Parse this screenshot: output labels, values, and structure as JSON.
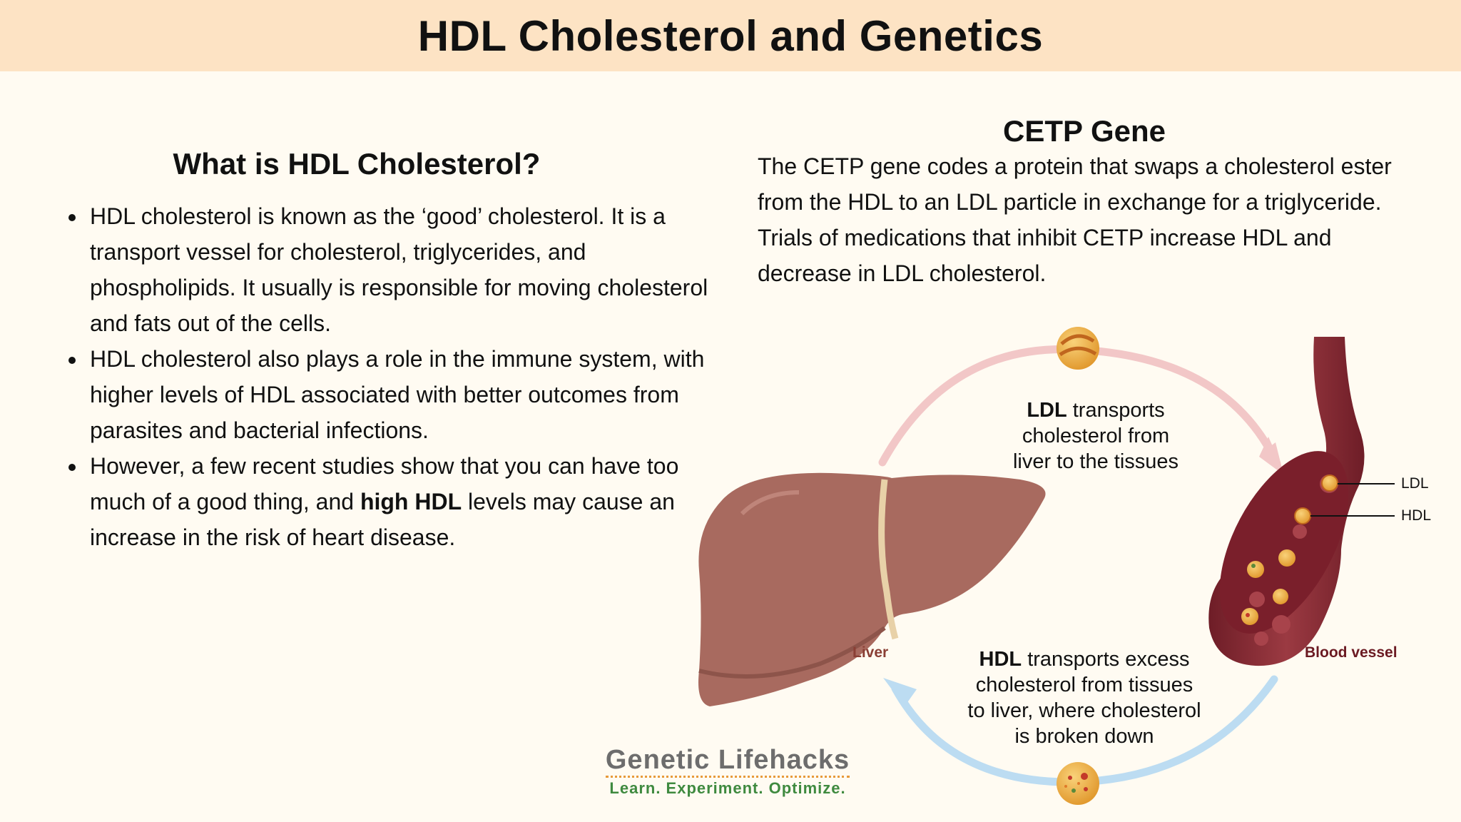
{
  "header": {
    "title": "HDL Cholesterol and Genetics"
  },
  "left": {
    "heading": "What is HDL Cholesterol?",
    "bullets": [
      {
        "text": "HDL cholesterol is known as the ‘good’ cholesterol.  It is a transport vessel for cholesterol, triglycerides, and phospholipids. It usually is responsible for moving cholesterol and fats out of the cells."
      },
      {
        "text": "HDL cholesterol also plays a role in the immune system, with higher levels of HDL associated with better outcomes from parasites and bacterial infections."
      },
      {
        "before": "However, a few recent studies show that you can have too much of a good thing, and ",
        "bold": "high HDL",
        "after": " levels may cause an increase in the risk of heart disease."
      }
    ]
  },
  "right": {
    "heading": "CETP Gene",
    "text": "The CETP gene codes a protein that swaps a cholesterol ester from the HDL to an LDL particle in exchange for a triglyceride. Trials of medications that inhibit CETP increase HDL and decrease in LDL cholesterol."
  },
  "diagram": {
    "ldl_caption": {
      "bold": "LDL",
      "rest1": " transports",
      "line2": "cholesterol from",
      "line3": "liver to the tissues"
    },
    "hdl_caption": {
      "bold": "HDL",
      "rest1": " transports excess",
      "line2": "cholesterol from tissues",
      "line3": "to liver, where cholesterol",
      "line4": "is broken down"
    },
    "liver_label": "Liver",
    "vessel_label": "Blood vessel",
    "ldl_label": "LDL",
    "hdl_label": "HDL",
    "colors": {
      "liver": "#a86a5f",
      "vessel": "#8c2f37",
      "arrow_top": "#f2c7c7",
      "arrow_bottom": "#bcdcf2",
      "particle": "#f0b54a"
    }
  },
  "logo": {
    "name": "Genetic Lifehacks",
    "tagline": "Learn. Experiment. Optimize."
  }
}
